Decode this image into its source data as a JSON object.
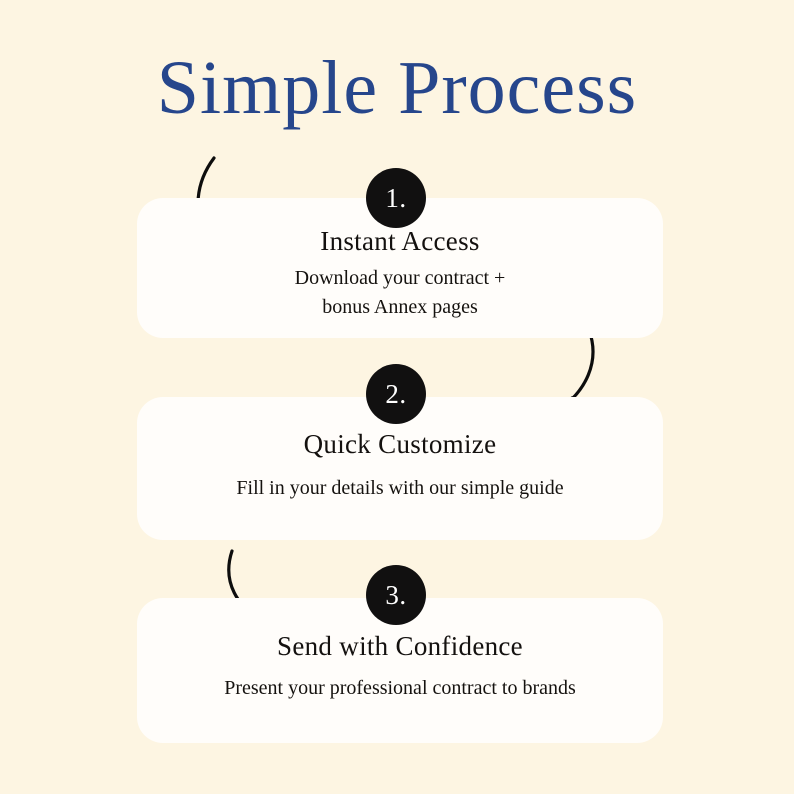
{
  "page": {
    "title": "Simple Process",
    "background_color": "#fdf5e2",
    "title_color": "#26468c",
    "card_color": "#fffdfa",
    "badge_color": "#111010",
    "text_color": "#14110f"
  },
  "steps": [
    {
      "number": "1.",
      "heading": "Instant Access",
      "body_line_1": "Download your contract +",
      "body_line_2": "bonus Annex pages"
    },
    {
      "number": "2.",
      "heading": "Quick Customize",
      "body_line_1": "Fill in your details with our simple guide",
      "body_line_2": ""
    },
    {
      "number": "3.",
      "heading": "Send with Confidence",
      "body_line_1": "Present your professional contract to brands",
      "body_line_2": ""
    }
  ],
  "arrows": [
    {
      "name": "arrow-step-1",
      "direction": "curved-down-left"
    },
    {
      "name": "arrow-step-2",
      "direction": "curved-down-left"
    },
    {
      "name": "arrow-step-3",
      "direction": "curved-down-right"
    }
  ]
}
